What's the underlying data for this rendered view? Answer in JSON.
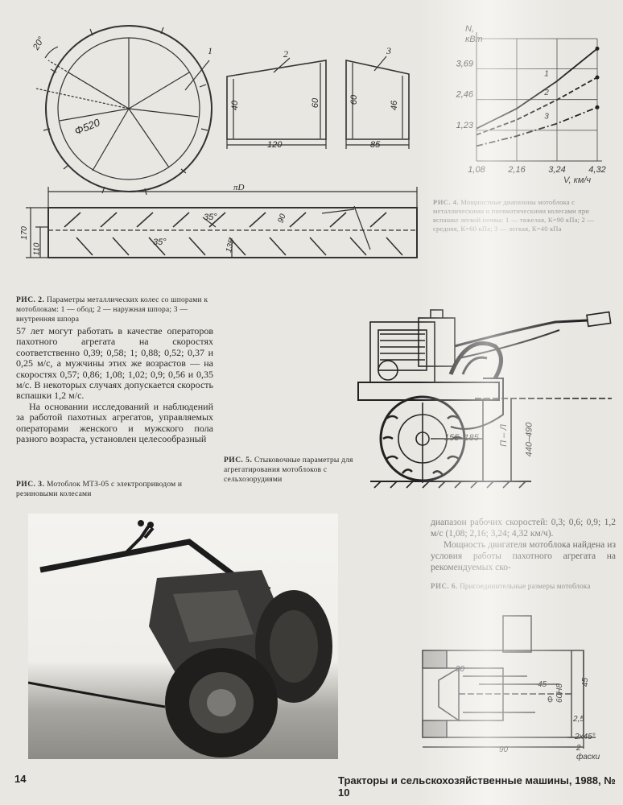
{
  "fig2": {
    "angle_20": "20°",
    "callout_1": "1",
    "callout_2": "2",
    "callout_3": "3",
    "diameter": "Φ520",
    "spur2_h1": "40",
    "spur2_h2": "60",
    "spur2_w": "120",
    "spur3_h1": "60",
    "spur3_h2": "46",
    "spur3_w": "85",
    "pi_d": "πD",
    "angle_35a": "35°",
    "angle_35b": "35°",
    "dim_90": "90",
    "dim_135": "135",
    "dim_170": "170",
    "dim_110": "110",
    "caption_label": "РИС. 2.",
    "caption_text": "Параметры металлических колес со шпорами к мотоблокам: 1 — обод; 2 — наружная шпора; 3 — внутренняя шпора"
  },
  "fig4": {
    "ylabel_n": "N,",
    "ylabel_unit": "кВт",
    "y_ticks": [
      "3,69",
      "2,46",
      "1,23"
    ],
    "x_ticks": [
      "1,08",
      "2,16",
      "3,24",
      "4,32"
    ],
    "x_unit": "V, км/ч",
    "caption_label": "РИС. 4.",
    "caption_text": "Мощностные диапазоны мотоблока с металлическими и пневматическими колесами при вспашке легкой почвы: 1 — тяжелая, К=90 кПа; 2 — средняя, К=60 кПа; 3 — легкая, К=40 кПа"
  },
  "chart_data": {
    "type": "line",
    "ylabel": "N, кВт",
    "xlabel": "V, км/ч",
    "x": [
      1.08,
      2.16,
      3.24,
      4.32
    ],
    "ylim": [
      0,
      4.9
    ],
    "series": [
      {
        "name": "1",
        "values": [
          1.3,
          2.1,
          3.2,
          4.5
        ]
      },
      {
        "name": "2",
        "values": [
          1.05,
          1.65,
          2.45,
          3.35
        ]
      },
      {
        "name": "3",
        "values": [
          0.6,
          1.0,
          1.5,
          2.15
        ]
      }
    ]
  },
  "text_col1": {
    "p1": "57 лет могут работать в качестве операторов пахотного агрегата на скоростях соответственно 0,39; 0,58; 1; 0,88; 0,52; 0,37 и 0,25 м/с, а мужчины этих же возрастов — на скоростях 0,57; 0,86; 1,08; 1,02; 0,9; 0,56 и 0,35 м/с. В некоторых случаях допускается скорость вспашки 1,2 м/с.",
    "p2": "На основании исследований и наблюдений за работой пахотных агрегатов, управляемых операторами женского и мужского пола разного возраста, установлен целесообразный"
  },
  "fig3": {
    "caption_label": "РИС. 3.",
    "caption_text": "Мотоблок МТЗ-05 с электроприводом и резиновыми колесами"
  },
  "fig5": {
    "dim_horizontal": "155–185",
    "dim_vertical_1": "П – Л",
    "dim_vertical_2": "440–490",
    "caption_label": "РИС. 5.",
    "caption_text": "Стыковочные параметры для агрегатирования мотоблоков с сельхозорудиями"
  },
  "text_col2": {
    "p1": "диапазон рабочих скоростей: 0,3; 0,6; 0,9; 1,2 м/с (1,08; 2,16; 3,24; 4,32 км/ч).",
    "p2": "Мощность двигателя мотоблока найдена из условия работы пахотного агрегата на рекомендуемых ско-"
  },
  "fig6": {
    "caption_label": "РИС. 6.",
    "caption_text": "Присоединительные размеры мотоблока",
    "dim_phi_30": "30",
    "dim_phi_45": "45",
    "dim_60": "Φ 60Н8",
    "dim_45": "45",
    "dim_25": "2,5",
    "dim_chamfer": "2х45°",
    "dim_chamfer_note": "2 фаски",
    "dim_bottom": "90"
  },
  "footer": {
    "page_number": "14",
    "journal": "Тракторы и сельскохозяйственные машины, 1988, № 10"
  }
}
